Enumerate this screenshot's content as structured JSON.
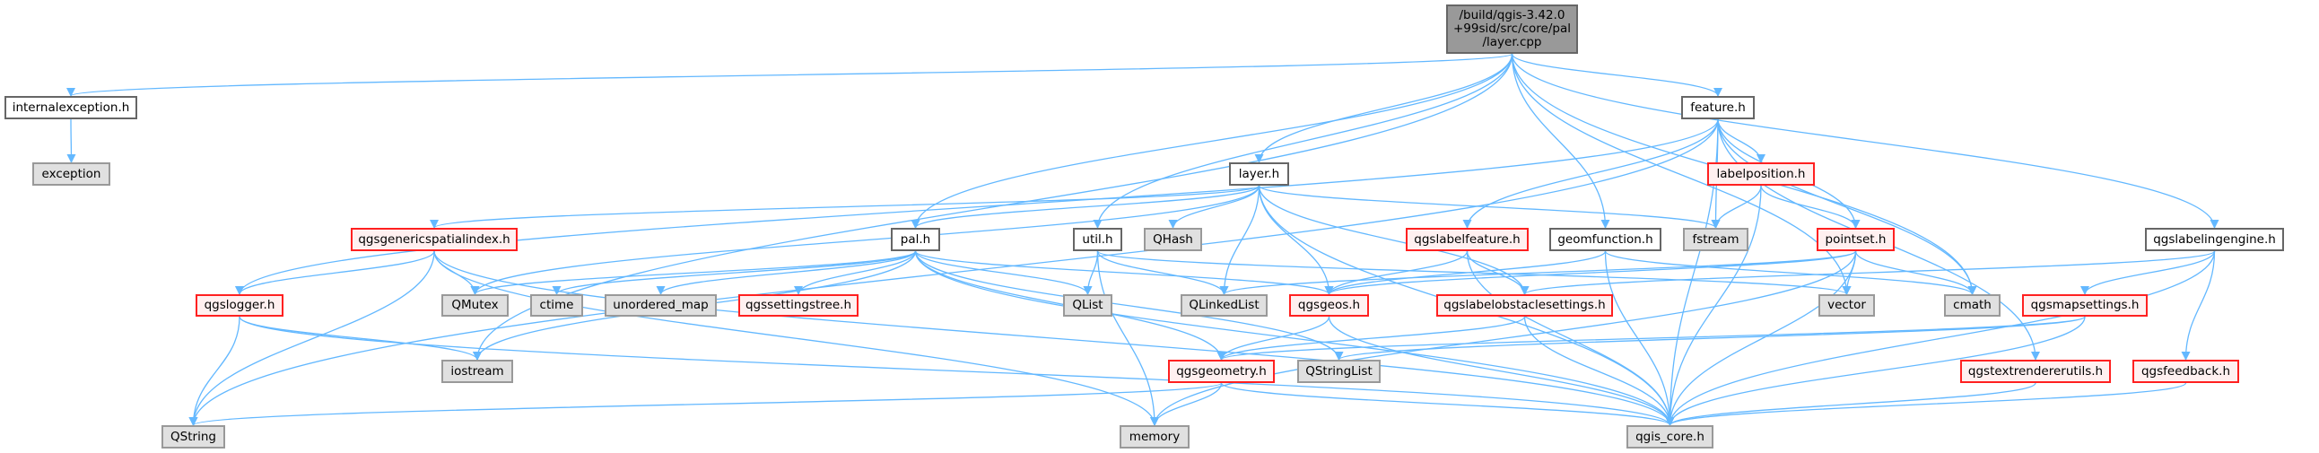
{
  "graph": {
    "edge_color": "#63b8ff",
    "nodes": [
      {
        "id": "root",
        "label": "/build/qgis-3.42.0\n+99sid/src/core/pal\n/layer.cpp",
        "style": "root"
      },
      {
        "id": "internalexception",
        "label": "internalexception.h",
        "style": "white"
      },
      {
        "id": "exception",
        "label": "exception",
        "style": "gray"
      },
      {
        "id": "feature",
        "label": "feature.h",
        "style": "white"
      },
      {
        "id": "layer",
        "label": "layer.h",
        "style": "white"
      },
      {
        "id": "labelposition",
        "label": "labelposition.h",
        "style": "red"
      },
      {
        "id": "qgsgenericspatialindex",
        "label": "qgsgenericspatialindex.h",
        "style": "red"
      },
      {
        "id": "pal",
        "label": "pal.h",
        "style": "white"
      },
      {
        "id": "util",
        "label": "util.h",
        "style": "white"
      },
      {
        "id": "QHash",
        "label": "QHash",
        "style": "gray"
      },
      {
        "id": "qgslabelfeature",
        "label": "qgslabelfeature.h",
        "style": "red"
      },
      {
        "id": "geomfunction",
        "label": "geomfunction.h",
        "style": "white"
      },
      {
        "id": "fstream",
        "label": "fstream",
        "style": "gray"
      },
      {
        "id": "pointset",
        "label": "pointset.h",
        "style": "red"
      },
      {
        "id": "qgslabelingengine",
        "label": "qgslabelingengine.h",
        "style": "white"
      },
      {
        "id": "qgslogger",
        "label": "qgslogger.h",
        "style": "red"
      },
      {
        "id": "QMutex",
        "label": "QMutex",
        "style": "gray"
      },
      {
        "id": "ctime",
        "label": "ctime",
        "style": "gray"
      },
      {
        "id": "unordered_map",
        "label": "unordered_map",
        "style": "gray"
      },
      {
        "id": "qgssettingstree",
        "label": "qgssettingstree.h",
        "style": "red"
      },
      {
        "id": "QList",
        "label": "QList",
        "style": "gray"
      },
      {
        "id": "QLinkedList",
        "label": "QLinkedList",
        "style": "gray"
      },
      {
        "id": "qgsgeos",
        "label": "qgsgeos.h",
        "style": "red"
      },
      {
        "id": "qgslabelobstaclesettings",
        "label": "qgslabelobstaclesettings.h",
        "style": "red"
      },
      {
        "id": "vector",
        "label": "vector",
        "style": "gray"
      },
      {
        "id": "cmath",
        "label": "cmath",
        "style": "gray"
      },
      {
        "id": "qgsmapsettings",
        "label": "qgsmapsettings.h",
        "style": "red"
      },
      {
        "id": "iostream",
        "label": "iostream",
        "style": "gray"
      },
      {
        "id": "qgsgeometry",
        "label": "qgsgeometry.h",
        "style": "red"
      },
      {
        "id": "QStringList",
        "label": "QStringList",
        "style": "gray"
      },
      {
        "id": "qgstextrendererutils",
        "label": "qgstextrendererutils.h",
        "style": "red"
      },
      {
        "id": "qgsfeedback",
        "label": "qgsfeedback.h",
        "style": "red"
      },
      {
        "id": "QString",
        "label": "QString",
        "style": "gray"
      },
      {
        "id": "memory",
        "label": "memory",
        "style": "gray"
      },
      {
        "id": "qgis_core",
        "label": "qgis_core.h",
        "style": "gray"
      }
    ],
    "edges": [
      [
        "root",
        "internalexception"
      ],
      [
        "root",
        "iostream"
      ],
      [
        "root",
        "pal"
      ],
      [
        "root",
        "util"
      ],
      [
        "root",
        "layer"
      ],
      [
        "root",
        "geomfunction"
      ],
      [
        "root",
        "feature"
      ],
      [
        "root",
        "cmath"
      ],
      [
        "root",
        "vector"
      ],
      [
        "root",
        "qgslabelingengine"
      ],
      [
        "internalexception",
        "exception"
      ],
      [
        "feature",
        "QString"
      ],
      [
        "feature",
        "qgslogger"
      ],
      [
        "feature",
        "qgslabelfeature"
      ],
      [
        "feature",
        "fstream"
      ],
      [
        "feature",
        "labelposition"
      ],
      [
        "feature",
        "pointset"
      ],
      [
        "feature",
        "cmath"
      ],
      [
        "feature",
        "qgstextrendererutils"
      ],
      [
        "feature",
        "qgis_core"
      ],
      [
        "layer",
        "qgsgenericspatialindex"
      ],
      [
        "layer",
        "pal"
      ],
      [
        "layer",
        "QMutex"
      ],
      [
        "layer",
        "QHash"
      ],
      [
        "layer",
        "QLinkedList"
      ],
      [
        "layer",
        "qgsgeos"
      ],
      [
        "layer",
        "qgslabelobstaclesettings"
      ],
      [
        "layer",
        "fstream"
      ],
      [
        "layer",
        "qgis_core"
      ],
      [
        "pal",
        "qgssettingstree"
      ],
      [
        "pal",
        "ctime"
      ],
      [
        "pal",
        "unordered_map"
      ],
      [
        "pal",
        "QMutex"
      ],
      [
        "pal",
        "QList"
      ],
      [
        "pal",
        "qgsgeos"
      ],
      [
        "pal",
        "qgsgeometry"
      ],
      [
        "pal",
        "QStringList"
      ],
      [
        "pal",
        "iostream"
      ],
      [
        "pal",
        "qgis_core"
      ],
      [
        "util",
        "QList"
      ],
      [
        "util",
        "QLinkedList"
      ],
      [
        "util",
        "memory"
      ],
      [
        "util",
        "vector"
      ],
      [
        "qgsgenericspatialindex",
        "qgslogger"
      ],
      [
        "qgsgenericspatialindex",
        "QMutex"
      ],
      [
        "qgsgenericspatialindex",
        "QString"
      ],
      [
        "qgsgenericspatialindex",
        "memory"
      ],
      [
        "qgsgenericspatialindex",
        "qgis_core"
      ],
      [
        "qgslogger",
        "iostream"
      ],
      [
        "qgslogger",
        "QString"
      ],
      [
        "qgslogger",
        "qgis_core"
      ],
      [
        "qgslabelfeature",
        "qgsgeos"
      ],
      [
        "qgslabelfeature",
        "qgslabelobstaclesettings"
      ],
      [
        "qgslabelfeature",
        "qgis_core"
      ],
      [
        "geomfunction",
        "qgsgeos"
      ],
      [
        "geomfunction",
        "cmath"
      ],
      [
        "geomfunction",
        "qgis_core"
      ],
      [
        "labelposition",
        "fstream"
      ],
      [
        "labelposition",
        "pointset"
      ],
      [
        "labelposition",
        "qgis_core"
      ],
      [
        "pointset",
        "QLinkedList"
      ],
      [
        "pointset",
        "qgsgeos"
      ],
      [
        "pointset",
        "vector"
      ],
      [
        "pointset",
        "cmath"
      ],
      [
        "pointset",
        "memory"
      ],
      [
        "pointset",
        "qgis_core"
      ],
      [
        "qgsgeos",
        "qgsgeometry"
      ],
      [
        "qgsgeos",
        "qgis_core"
      ],
      [
        "qgslabelobstaclesettings",
        "qgsgeometry"
      ],
      [
        "qgslabelobstaclesettings",
        "qgis_core"
      ],
      [
        "qgsgeometry",
        "QString"
      ],
      [
        "qgsgeometry",
        "memory"
      ],
      [
        "qgsgeometry",
        "qgis_core"
      ],
      [
        "qgslabelingengine",
        "qgslabelobstaclesettings"
      ],
      [
        "qgslabelingengine",
        "qgsmapsettings"
      ],
      [
        "qgslabelingengine",
        "qgsfeedback"
      ],
      [
        "qgslabelingengine",
        "qgis_core"
      ],
      [
        "qgsmapsettings",
        "qgsgeometry"
      ],
      [
        "qgsmapsettings",
        "QStringList"
      ],
      [
        "qgsmapsettings",
        "qgis_core"
      ],
      [
        "qgstextrendererutils",
        "qgis_core"
      ],
      [
        "qgsfeedback",
        "qgis_core"
      ]
    ]
  }
}
